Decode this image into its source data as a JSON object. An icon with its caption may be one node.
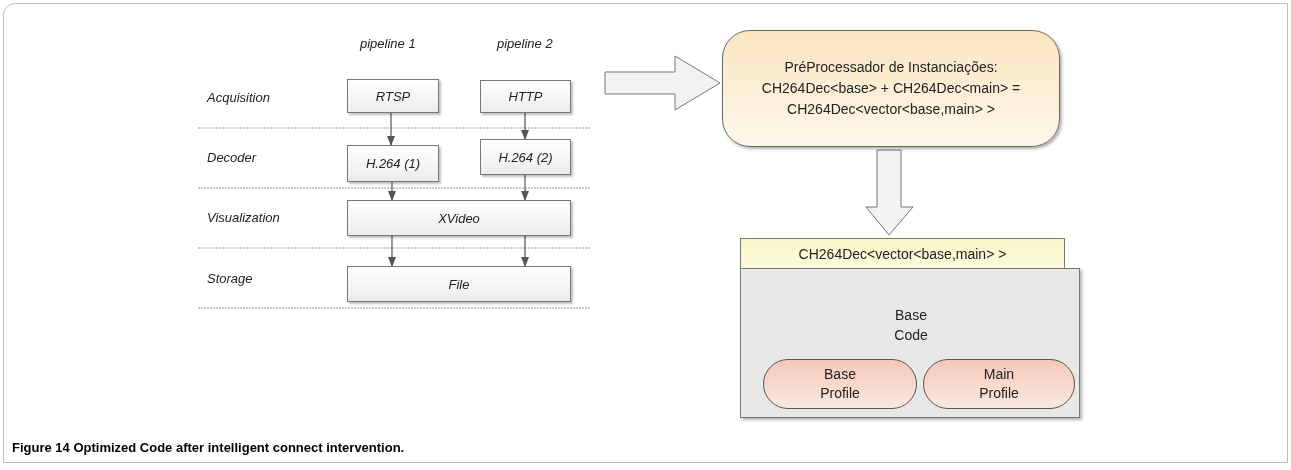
{
  "diagram": {
    "caption": "Figure 14 Optimized Code after intelligent connect intervention.",
    "nodes": [
      {
        "text": [
          "RTSP"
        ]
      },
      {
        "text": [
          "HTTP"
        ]
      },
      {
        "text": [
          "H.264 (1)"
        ]
      },
      {
        "text": [
          "H.264 (2)"
        ]
      },
      {
        "text": [
          "XVideo"
        ]
      },
      {
        "text": [
          "File"
        ]
      },
      {
        "text": [
          "PréProcessador de Instanciações: CH264Dec<base> + CH264Dec<main> = CH264Dec<vector<base,main> >"
        ]
      },
      {
        "text": [
          "CH264Dec<vector<base,main> >",
          "Base Code"
        ]
      },
      {
        "text": [
          "Base Profile"
        ],
        "in": 7
      },
      {
        "text": [
          "Main Profile"
        ],
        "in": 7
      }
    ],
    "edges": [
      {
        "from": 0,
        "to": 2,
        "arrow": "to"
      },
      {
        "from": 1,
        "to": 3,
        "arrow": "to"
      },
      {
        "from": 2,
        "to": 4,
        "arrow": "to"
      },
      {
        "from": 3,
        "to": 4,
        "arrow": "to"
      },
      {
        "from": 4,
        "to": 5,
        "arrow": "to"
      },
      {
        "from": 4,
        "to": 5,
        "arrow": "to"
      },
      {
        "from": null,
        "to": 6,
        "arrow": "to",
        "style": "thick"
      },
      {
        "from": 6,
        "to": 7,
        "arrow": "to",
        "style": "thick"
      }
    ],
    "labels": [
      "pipeline 1",
      "pipeline 2",
      "Acquisition",
      "Decoder",
      "Visualization",
      "Storage"
    ]
  }
}
